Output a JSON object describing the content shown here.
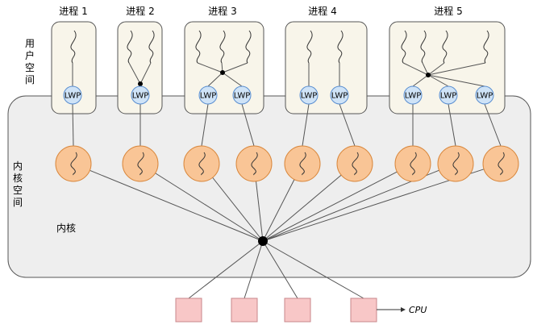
{
  "processes": [
    {
      "label": "进程 1",
      "threads": 1,
      "lwps": 1
    },
    {
      "label": "进程 2",
      "threads": 2,
      "lwps": 1
    },
    {
      "label": "进程 3",
      "threads": 3,
      "lwps": 2
    },
    {
      "label": "进程 4",
      "threads": 2,
      "lwps": 2
    },
    {
      "label": "进程 5",
      "threads": 4,
      "lwps": 3
    }
  ],
  "user_space_label": [
    "用",
    "户",
    "空",
    "间"
  ],
  "kernel_space_label": [
    "内",
    "核",
    "空",
    "间"
  ],
  "kernel_label": "内核",
  "lwp_label": "LWP",
  "cpu_label": "CPU",
  "colors": {
    "process_fill": "#f8f5ea",
    "kernel_fill": "#eeeeee",
    "lwp_fill": "#cfe3f7",
    "lwp_stroke": "#5b8fd1",
    "kthread_fill": "#f9c596",
    "kthread_stroke": "#d9873c",
    "cpu_fill": "#f8c7c7",
    "cpu_stroke": "#c8878b"
  }
}
